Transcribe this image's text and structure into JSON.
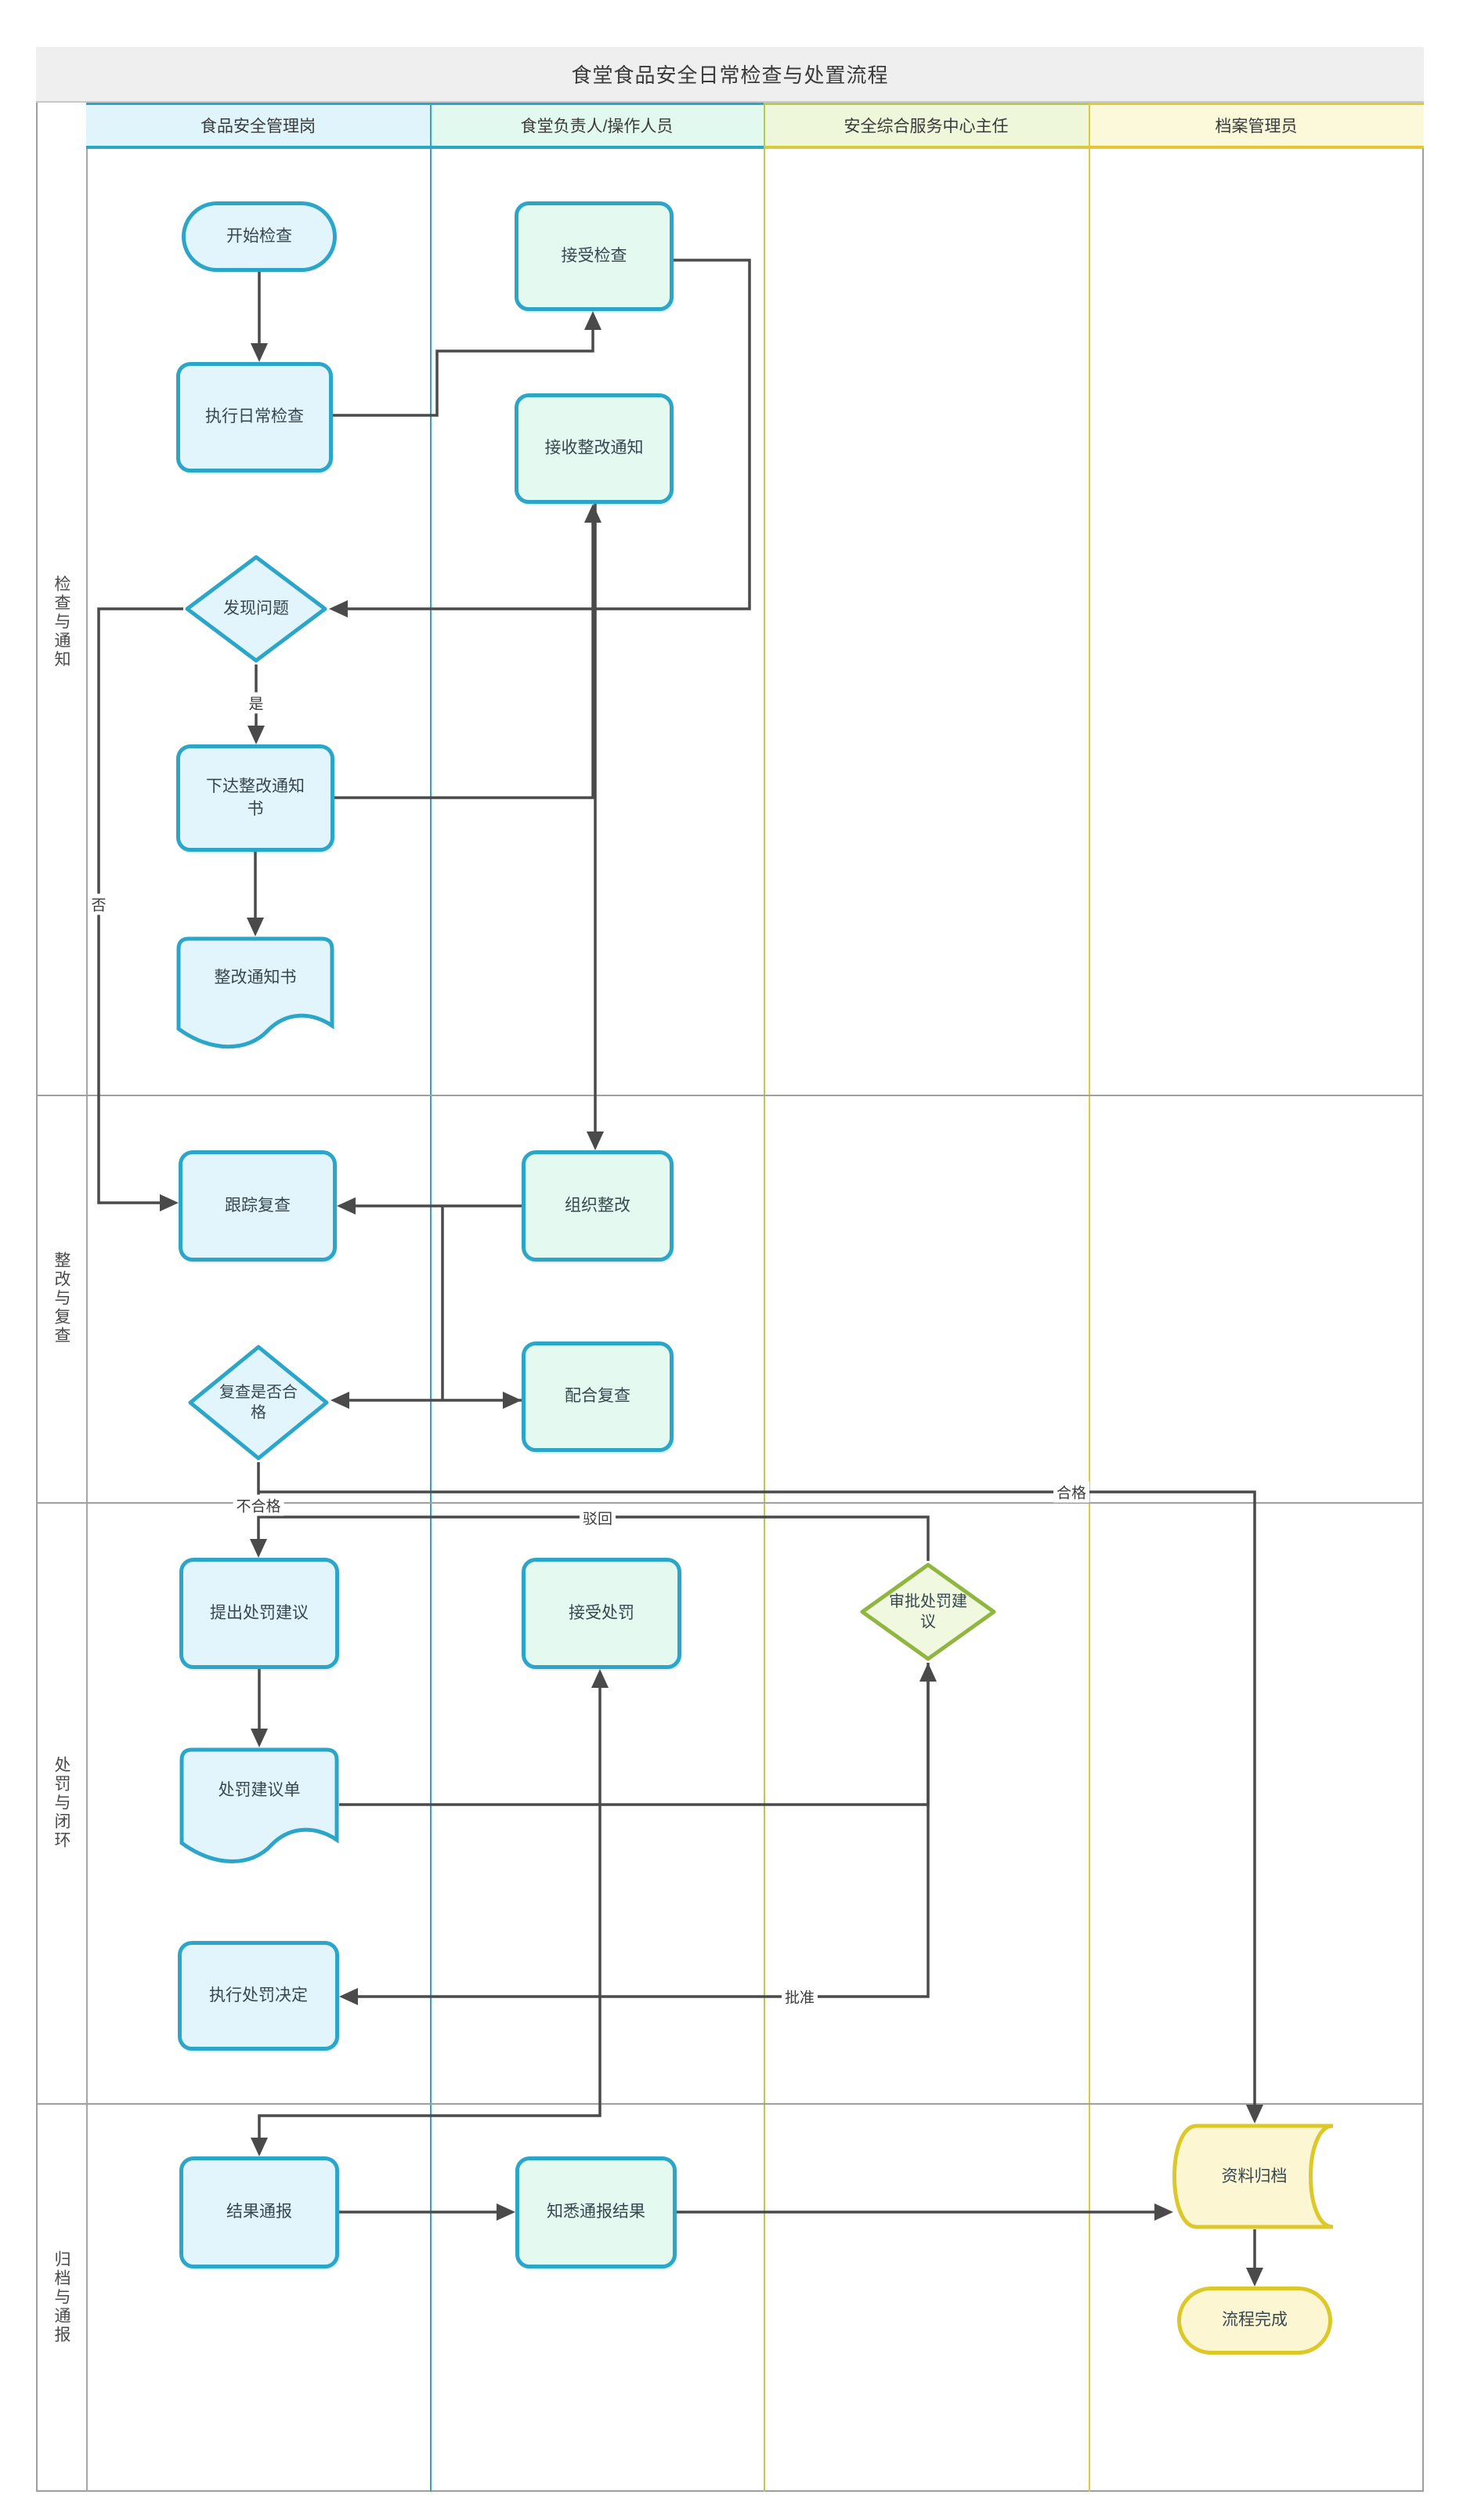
{
  "title": "食堂食品安全日常检查与处置流程",
  "lanes": {
    "l1": "食品安全管理岗",
    "l2": "食堂负责人/操作人员",
    "l3": "安全综合服务中心主任",
    "l4": "档案管理员"
  },
  "phases": {
    "p1": "检查与通知",
    "p2": "整改与复查",
    "p3": "处罚与闭环",
    "p4": "归档与通报"
  },
  "nodes": {
    "start": {
      "label": "开始检查",
      "type": "terminator",
      "lane": "食品安全管理岗"
    },
    "daily_check": {
      "label": "执行日常检查",
      "type": "process",
      "lane": "食品安全管理岗"
    },
    "accept_check": {
      "label": "接受检查",
      "type": "process",
      "lane": "食堂负责人/操作人员"
    },
    "receive_notice": {
      "label": "接收整改通知",
      "type": "process",
      "lane": "食堂负责人/操作人员"
    },
    "found_problem": {
      "label": "发现问题",
      "type": "decision",
      "lane": "食品安全管理岗"
    },
    "issue_notice": {
      "label": "下达整改通知书",
      "type": "process",
      "lane": "食品安全管理岗"
    },
    "notice_doc": {
      "label": "整改通知书",
      "type": "document",
      "lane": "食品安全管理岗"
    },
    "track_review": {
      "label": "跟踪复查",
      "type": "process",
      "lane": "食品安全管理岗"
    },
    "organize_fix": {
      "label": "组织整改",
      "type": "process",
      "lane": "食堂负责人/操作人员"
    },
    "review_pass": {
      "label": "复查是否合格",
      "type": "decision",
      "lane": "食品安全管理岗"
    },
    "cooperate_review": {
      "label": "配合复查",
      "type": "process",
      "lane": "食堂负责人/操作人员"
    },
    "propose_punish": {
      "label": "提出处罚建议",
      "type": "process",
      "lane": "食品安全管理岗"
    },
    "accept_punish": {
      "label": "接受处罚",
      "type": "process",
      "lane": "食堂负责人/操作人员"
    },
    "approve_punish": {
      "label": "审批处罚建议",
      "type": "decision",
      "lane": "安全综合服务中心主任"
    },
    "punish_doc": {
      "label": "处罚建议单",
      "type": "document",
      "lane": "食品安全管理岗"
    },
    "execute_punish": {
      "label": "执行处罚决定",
      "type": "process",
      "lane": "食品安全管理岗"
    },
    "notify_result": {
      "label": "结果通报",
      "type": "process",
      "lane": "食品安全管理岗"
    },
    "know_result": {
      "label": "知悉通报结果",
      "type": "process",
      "lane": "食堂负责人/操作人员"
    },
    "archive": {
      "label": "资料归档",
      "type": "stored-data",
      "lane": "档案管理员"
    },
    "complete": {
      "label": "流程完成",
      "type": "terminator",
      "lane": "档案管理员"
    }
  },
  "edges": [
    {
      "from": "start",
      "to": "daily_check",
      "label": ""
    },
    {
      "from": "daily_check",
      "to": "accept_check",
      "label": ""
    },
    {
      "from": "accept_check",
      "to": "found_problem",
      "label": ""
    },
    {
      "from": "found_problem",
      "to": "issue_notice",
      "label": "是"
    },
    {
      "from": "found_problem",
      "to": "track_review",
      "label": "否"
    },
    {
      "from": "issue_notice",
      "to": "receive_notice",
      "label": ""
    },
    {
      "from": "issue_notice",
      "to": "notice_doc",
      "label": ""
    },
    {
      "from": "receive_notice",
      "to": "organize_fix",
      "label": ""
    },
    {
      "from": "organize_fix",
      "to": "track_review",
      "label": ""
    },
    {
      "from": "track_review",
      "to": "cooperate_review",
      "label": ""
    },
    {
      "from": "cooperate_review",
      "to": "review_pass",
      "label": ""
    },
    {
      "from": "review_pass",
      "to": "propose_punish",
      "label": "不合格"
    },
    {
      "from": "review_pass",
      "to": "archive",
      "label": "合格"
    },
    {
      "from": "approve_punish",
      "to": "propose_punish",
      "label": "驳回"
    },
    {
      "from": "propose_punish",
      "to": "punish_doc",
      "label": ""
    },
    {
      "from": "punish_doc",
      "to": "approve_punish",
      "label": ""
    },
    {
      "from": "approve_punish",
      "to": "execute_punish",
      "label": "批准"
    },
    {
      "from": "execute_punish",
      "to": "accept_punish",
      "label": ""
    },
    {
      "from": "execute_punish",
      "to": "notify_result",
      "label": ""
    },
    {
      "from": "notify_result",
      "to": "know_result",
      "label": ""
    },
    {
      "from": "know_result",
      "to": "archive",
      "label": ""
    },
    {
      "from": "archive",
      "to": "complete",
      "label": ""
    }
  ],
  "colors": {
    "teal_border": "#2ba6c9",
    "blue_fill": "#e3f5fc",
    "mint_fill": "#e4faf1",
    "green_border": "#8fb63f",
    "green_fill": "#f0f8df",
    "yellow_border": "#dcc829",
    "yellow_fill": "#fcf6d3",
    "edge_line": "#4a4a4a",
    "title_bg": "#efefef"
  }
}
